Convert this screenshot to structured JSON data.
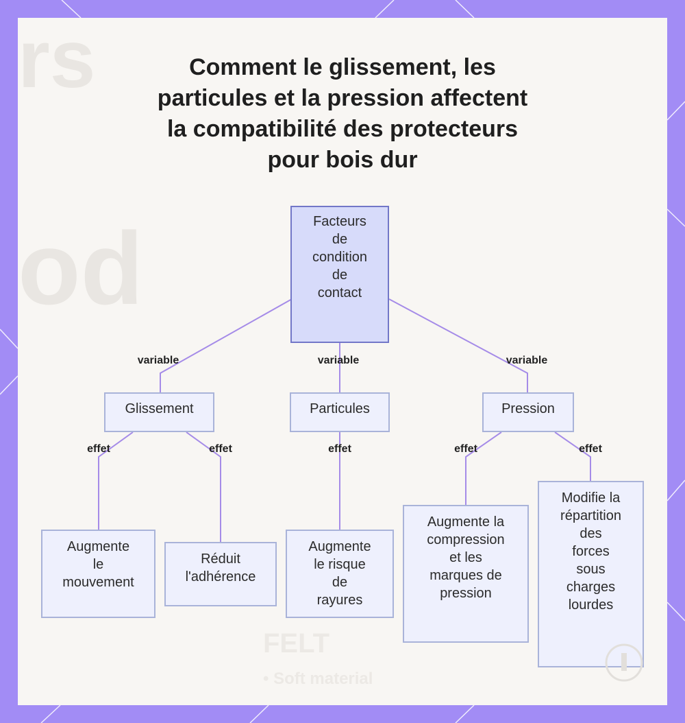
{
  "colors": {
    "frame": "#a28cf5",
    "panel": "#f8f6f3",
    "edge": "#a58be8",
    "node_fill": "#eef0fd",
    "node_border": "#a9b3d9",
    "root_fill": "#d7dbfa",
    "root_border": "#7277c8"
  },
  "title_lines": [
    "Comment le glissement, les",
    "particules et la pression affectent",
    "la compatibilité des protecteurs",
    "pour bois dur"
  ],
  "background_ghost": {
    "letters_top": "rs",
    "letters_mid": "od",
    "felt_heading": "FELT",
    "felt_bullet": "• Soft material"
  },
  "nodes": {
    "root": [
      "Facteurs",
      "de",
      "condition",
      "de",
      "contact"
    ],
    "glissement": [
      "Glissement"
    ],
    "particules": [
      "Particules"
    ],
    "pression": [
      "Pression"
    ],
    "augmente_mouvement": [
      "Augmente",
      "le",
      "mouvement"
    ],
    "reduit_adherence": [
      "Réduit",
      "l'adhérence"
    ],
    "augmente_risque": [
      "Augmente",
      "le risque",
      "de",
      "rayures"
    ],
    "augmente_compression": [
      "Augmente la",
      "compression",
      "et les",
      "marques de",
      "pression"
    ],
    "modifie_repartition": [
      "Modifie la",
      "répartition",
      "des",
      "forces",
      "sous",
      "charges",
      "lourdes"
    ]
  },
  "edge_labels": {
    "to_glissement": "variable",
    "to_particules": "variable",
    "to_pression": "variable",
    "glissement_1": "effet",
    "glissement_2": "effet",
    "particules_1": "effet",
    "pression_1": "effet",
    "pression_2": "effet"
  }
}
